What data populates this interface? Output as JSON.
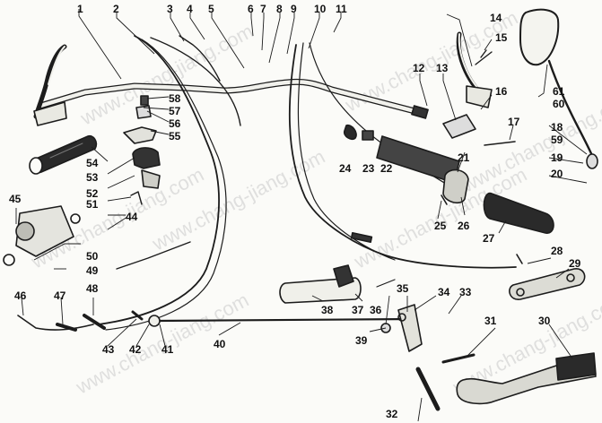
{
  "watermark": "www.chang-jiang.com",
  "part_numbers": [
    "1",
    "2",
    "3",
    "4",
    "5",
    "6",
    "7",
    "8",
    "9",
    "10",
    "11",
    "12",
    "13",
    "14",
    "15",
    "16",
    "17",
    "18",
    "19",
    "20",
    "21",
    "22",
    "23",
    "24",
    "25",
    "26",
    "27",
    "28",
    "29",
    "30",
    "31",
    "32",
    "33",
    "34",
    "35",
    "36",
    "37",
    "38",
    "39",
    "40",
    "41",
    "42",
    "43",
    "44",
    "45",
    "46",
    "47",
    "48",
    "49",
    "50",
    "51",
    "52",
    "53",
    "54",
    "55",
    "56",
    "57",
    "58",
    "59",
    "60",
    "61"
  ],
  "colors": {
    "ink": "#1c1c1c",
    "background": "#fbfbf8",
    "watermark": "#c9c9c9"
  }
}
